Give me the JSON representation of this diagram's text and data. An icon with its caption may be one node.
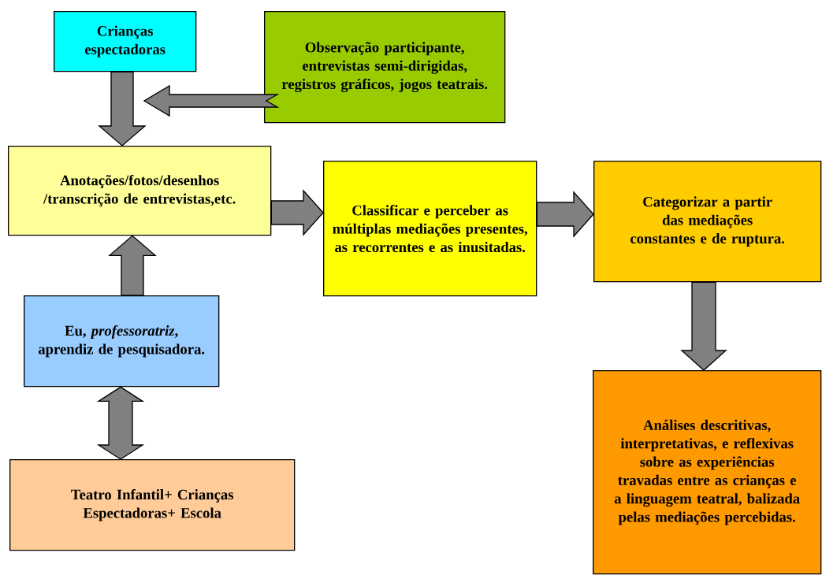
{
  "diagram": {
    "nodes": [
      {
        "text": [
          "Crianças espectadoras"
        ]
      },
      {
        "text": [
          "Observação participante, entrevistas semi-dirigidas, registros gráficos, jogos teatrais."
        ]
      },
      {
        "text": [
          "Anotações/fotos/desenhos /transcrição de entrevistas,etc."
        ]
      },
      {
        "text": [
          "Classificar e perceber as múltiplas mediações presentes, as recorrentes e as inusitadas."
        ]
      },
      {
        "text": [
          "Categorizar a partir das mediações constantes e de ruptura."
        ]
      },
      {
        "text": [
          "Eu, *professoratriz*, aprendiz de pesquisadora."
        ]
      },
      {
        "text": [
          "Teatro Infantil+ Crianças Espectadoras+ Escola"
        ]
      },
      {
        "text": [
          "Análises descritivas, interpretativas, e reflexivas sobre as experiências travadas entre as crianças e a linguagem teatral, balizada pelas mediações percebidas."
        ]
      }
    ],
    "edges": [
      {
        "from": 0,
        "to": 2,
        "arrow": "to"
      },
      {
        "from": 1,
        "to": null,
        "arrow": "to"
      },
      {
        "from": 5,
        "to": 2,
        "arrow": "to"
      },
      {
        "from": 5,
        "to": 6,
        "arrow": "both"
      },
      {
        "from": 2,
        "to": 3,
        "arrow": "to"
      },
      {
        "from": 3,
        "to": 4,
        "arrow": "to"
      },
      {
        "from": 4,
        "to": 7,
        "arrow": "to"
      }
    ]
  }
}
